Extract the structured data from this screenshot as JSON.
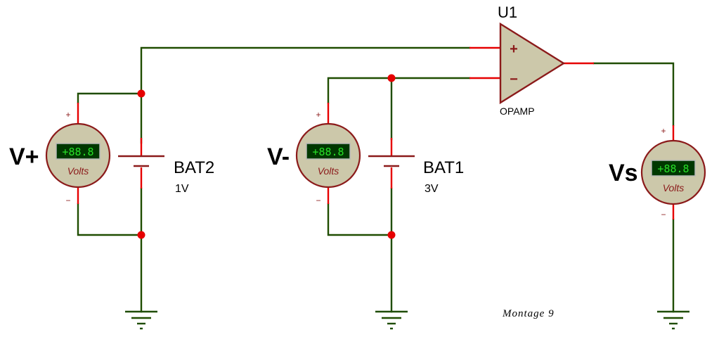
{
  "opamp": {
    "ref": "U1",
    "type": "OPAMP",
    "plus_sign": "+",
    "minus_sign": "−"
  },
  "batteries": [
    {
      "ref": "BAT2",
      "value": "1V"
    },
    {
      "ref": "BAT1",
      "value": "3V"
    }
  ],
  "meters": [
    {
      "label": "V+",
      "display": "+88.8",
      "unit": "Volts",
      "plus": "+",
      "minus": "−"
    },
    {
      "label": "V-",
      "display": "+88.8",
      "unit": "Volts",
      "plus": "+",
      "minus": "−"
    },
    {
      "label": "Vs",
      "display": "+88.8",
      "unit": "Volts",
      "plus": "+",
      "minus": "−"
    }
  ],
  "caption": "Montage 9",
  "colors": {
    "wire": "#1f4d00",
    "pin": "#e60000",
    "component": "#8b1a1a",
    "component_fill": "#ccc8aa",
    "lcd": "#003800",
    "lcd_text": "#29e029"
  }
}
